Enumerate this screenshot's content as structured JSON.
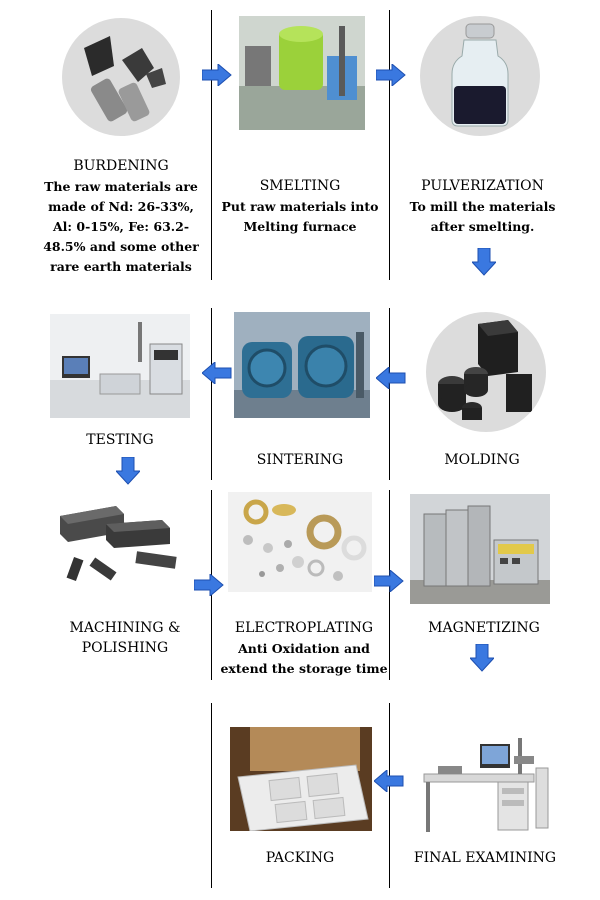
{
  "steps": [
    {
      "title": "BURDENING",
      "desc": "The raw materials are made of Nd: 26-33%, Al: 0-15%, Fe: 63.2-48.5% and some other rare earth materials"
    },
    {
      "title": "SMELTING",
      "desc": "Put raw materials into Melting furnace"
    },
    {
      "title": "PULVERIZATION",
      "desc": "To mill the materials after smelting."
    },
    {
      "title": "TESTING",
      "desc": ""
    },
    {
      "title": "SINTERING",
      "desc": ""
    },
    {
      "title": "MOLDING",
      "desc": ""
    },
    {
      "title": "MACHINING & POLISHING",
      "desc": ""
    },
    {
      "title": "ELECTROPLATING",
      "desc": "Anti Oxidation and extend the storage time"
    },
    {
      "title": "MAGNETIZING",
      "desc": ""
    },
    {
      "title": "PACKING",
      "desc": ""
    },
    {
      "title": "FINAL EXAMINING",
      "desc": ""
    }
  ],
  "colors": {
    "arrow": "#3a78e0",
    "arrow_edge": "#1d4fb0",
    "line": "#000000"
  },
  "icons": [
    "arrow-right-icon",
    "arrow-left-icon",
    "arrow-down-icon"
  ]
}
